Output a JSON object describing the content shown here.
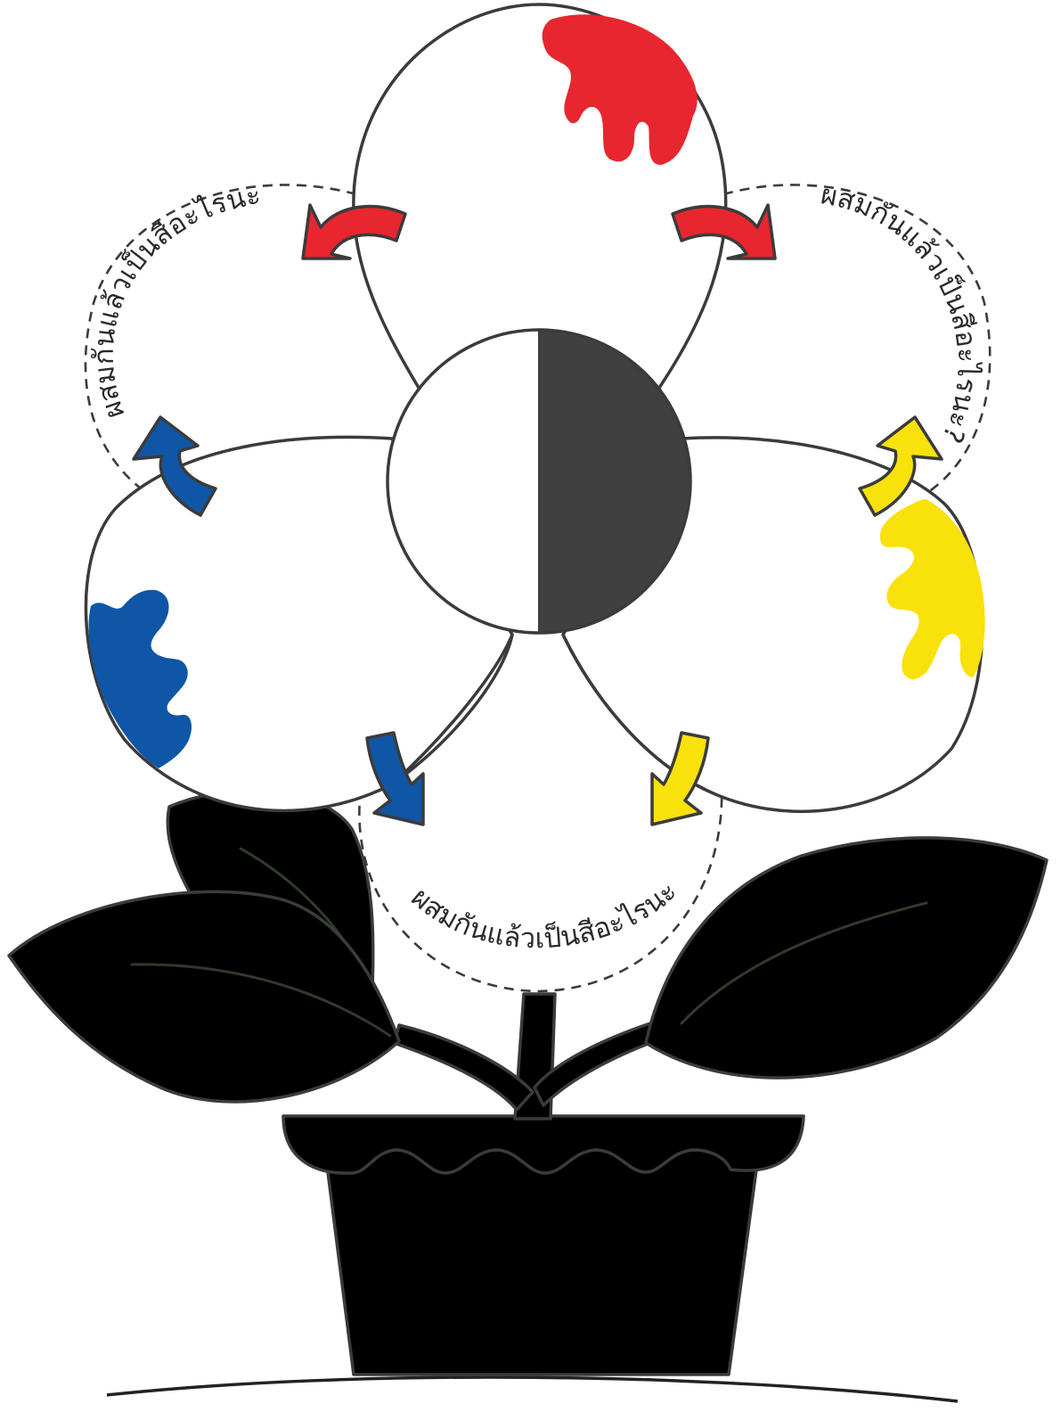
{
  "question_text": "ผสมกันแล้วเป็นสีอะไรนะ?",
  "colors": {
    "red": "#e8262f",
    "yellow": "#f9e10b",
    "blue": "#0f56a6",
    "center_dark": "#404040",
    "leaf": "#589e45",
    "stem": "#a6cf3c",
    "pot": "#f8cd9b",
    "soil": "#8c5122"
  },
  "petals": [
    {
      "color_name": "red"
    },
    {
      "color_name": "blue"
    },
    {
      "color_name": "yellow"
    }
  ],
  "mix_zones": [
    {
      "colors": [
        "red",
        "blue"
      ],
      "label": "ผสมกันแล้วเป็นสีอะไรนะ?"
    },
    {
      "colors": [
        "red",
        "yellow"
      ],
      "label": "ผสมกันแล้วเป็นสีอะไรนะ?"
    },
    {
      "colors": [
        "blue",
        "yellow"
      ],
      "label": "ผสมกันแล้วเป็นสีอะไรนะ?"
    }
  ],
  "center_circle": {
    "left": "white",
    "right": "dark"
  }
}
